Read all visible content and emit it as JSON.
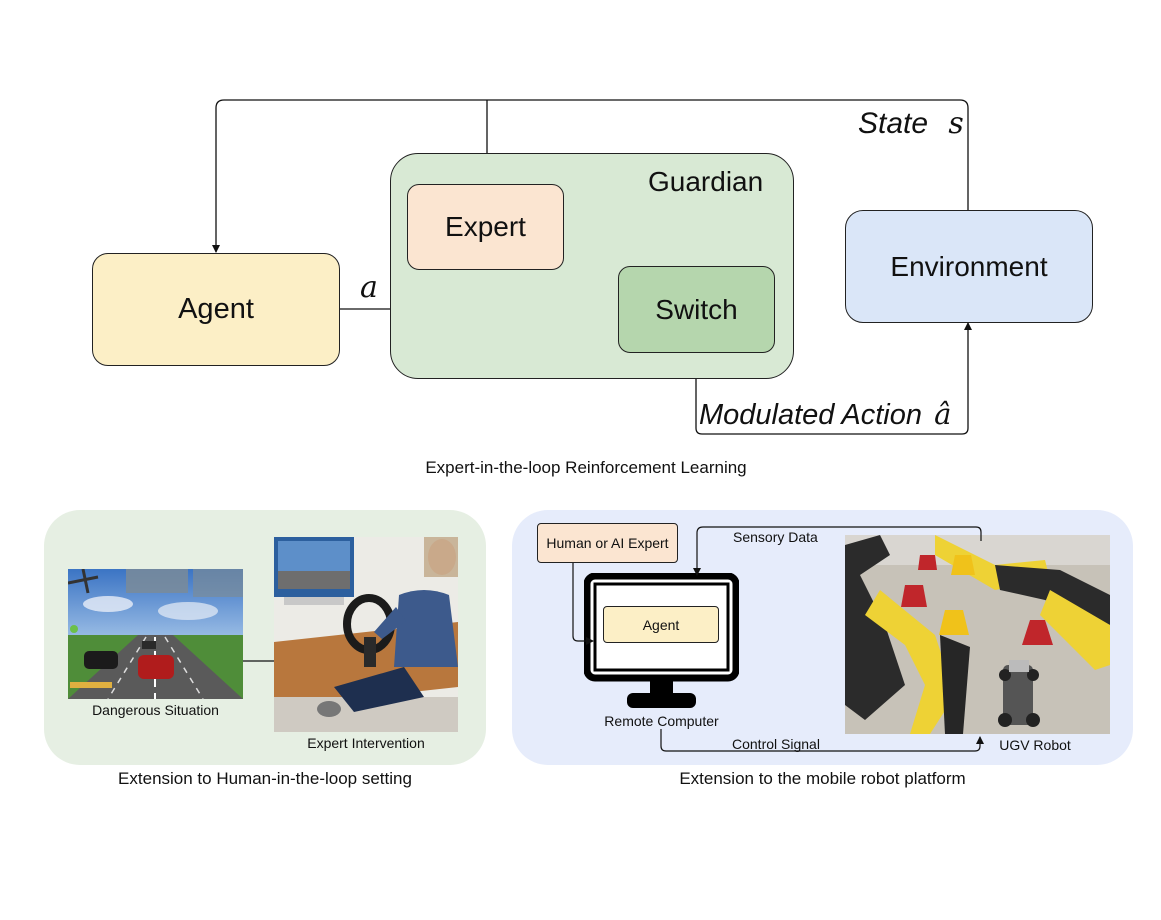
{
  "top": {
    "guardian_label": "Guardian",
    "expert_label": "Expert",
    "switch_label": "Switch",
    "agent_label": "Agent",
    "environment_label": "Environment",
    "state_label": "State",
    "state_symbol": "s",
    "action_symbol": "a",
    "modulated_label": "Modulated Action",
    "modulated_symbol": "â",
    "caption": "Expert-in-the-loop Reinforcement Learning"
  },
  "left_panel": {
    "caption": "Extension to Human-in-the-loop setting",
    "dangerous_label": "Dangerous Situation",
    "intervention_label": "Expert Intervention"
  },
  "right_panel": {
    "caption": "Extension to the mobile robot platform",
    "expert_label": "Human or AI Expert",
    "sensory_label": "Sensory Data",
    "agent_label": "Agent",
    "remote_label": "Remote Computer",
    "control_label": "Control Signal",
    "ugv_label": "UGV Robot"
  },
  "colors": {
    "agent_fill": "#fcefc6",
    "expert_fill": "#fbe5d1",
    "guardian_fill": "#d8e9d4",
    "switch_fill": "#b5d6ad",
    "env_fill": "#dae6f8",
    "left_panel_fill": "#e6efe3",
    "right_panel_fill": "#e6ecfb"
  }
}
